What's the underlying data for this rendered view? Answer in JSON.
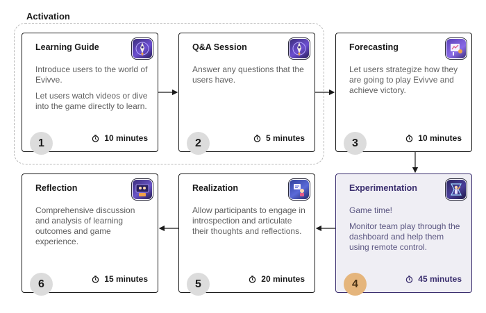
{
  "group": {
    "label": "Activation"
  },
  "cards": [
    {
      "title": "Learning Guide",
      "icon": "rocket-app-icon",
      "desc": [
        "Introduce users to the world of Evivve.",
        "Let users watch videos or dive into the game directly to learn."
      ],
      "duration": "10 minutes",
      "step": "1"
    },
    {
      "title": "Q&A Session",
      "icon": "rocket-app-icon",
      "desc": [
        "Answer any questions that the users have."
      ],
      "duration": "5 minutes",
      "step": "2"
    },
    {
      "title": "Forecasting",
      "icon": "forecast-board-app-icon",
      "desc": [
        "Let users strategize how they are going to play Evivve and achieve victory."
      ],
      "duration": "10 minutes",
      "step": "3"
    },
    {
      "title": "Experimentation",
      "icon": "game-character-app-icon",
      "desc": [
        "Game time!",
        "Monitor team play through the dashboard and help them using remote control."
      ],
      "duration": "45 minutes",
      "step": "4"
    },
    {
      "title": "Realization",
      "icon": "introspection-app-icon",
      "desc": [
        "Allow participants to engage in introspection and articulate their thoughts and reflections."
      ],
      "duration": "20 minutes",
      "step": "5"
    },
    {
      "title": "Reflection",
      "icon": "discussion-app-icon",
      "desc": [
        "Comprehensive discussion and analysis of learning outcomes and game experience."
      ],
      "duration": "15 minutes",
      "step": "6"
    }
  ],
  "colors": {
    "highlight_bg": "#efeef4",
    "highlight_badge": "#e5b57c",
    "accent": "#3a2e6e"
  },
  "clock_icon": "timer-icon"
}
